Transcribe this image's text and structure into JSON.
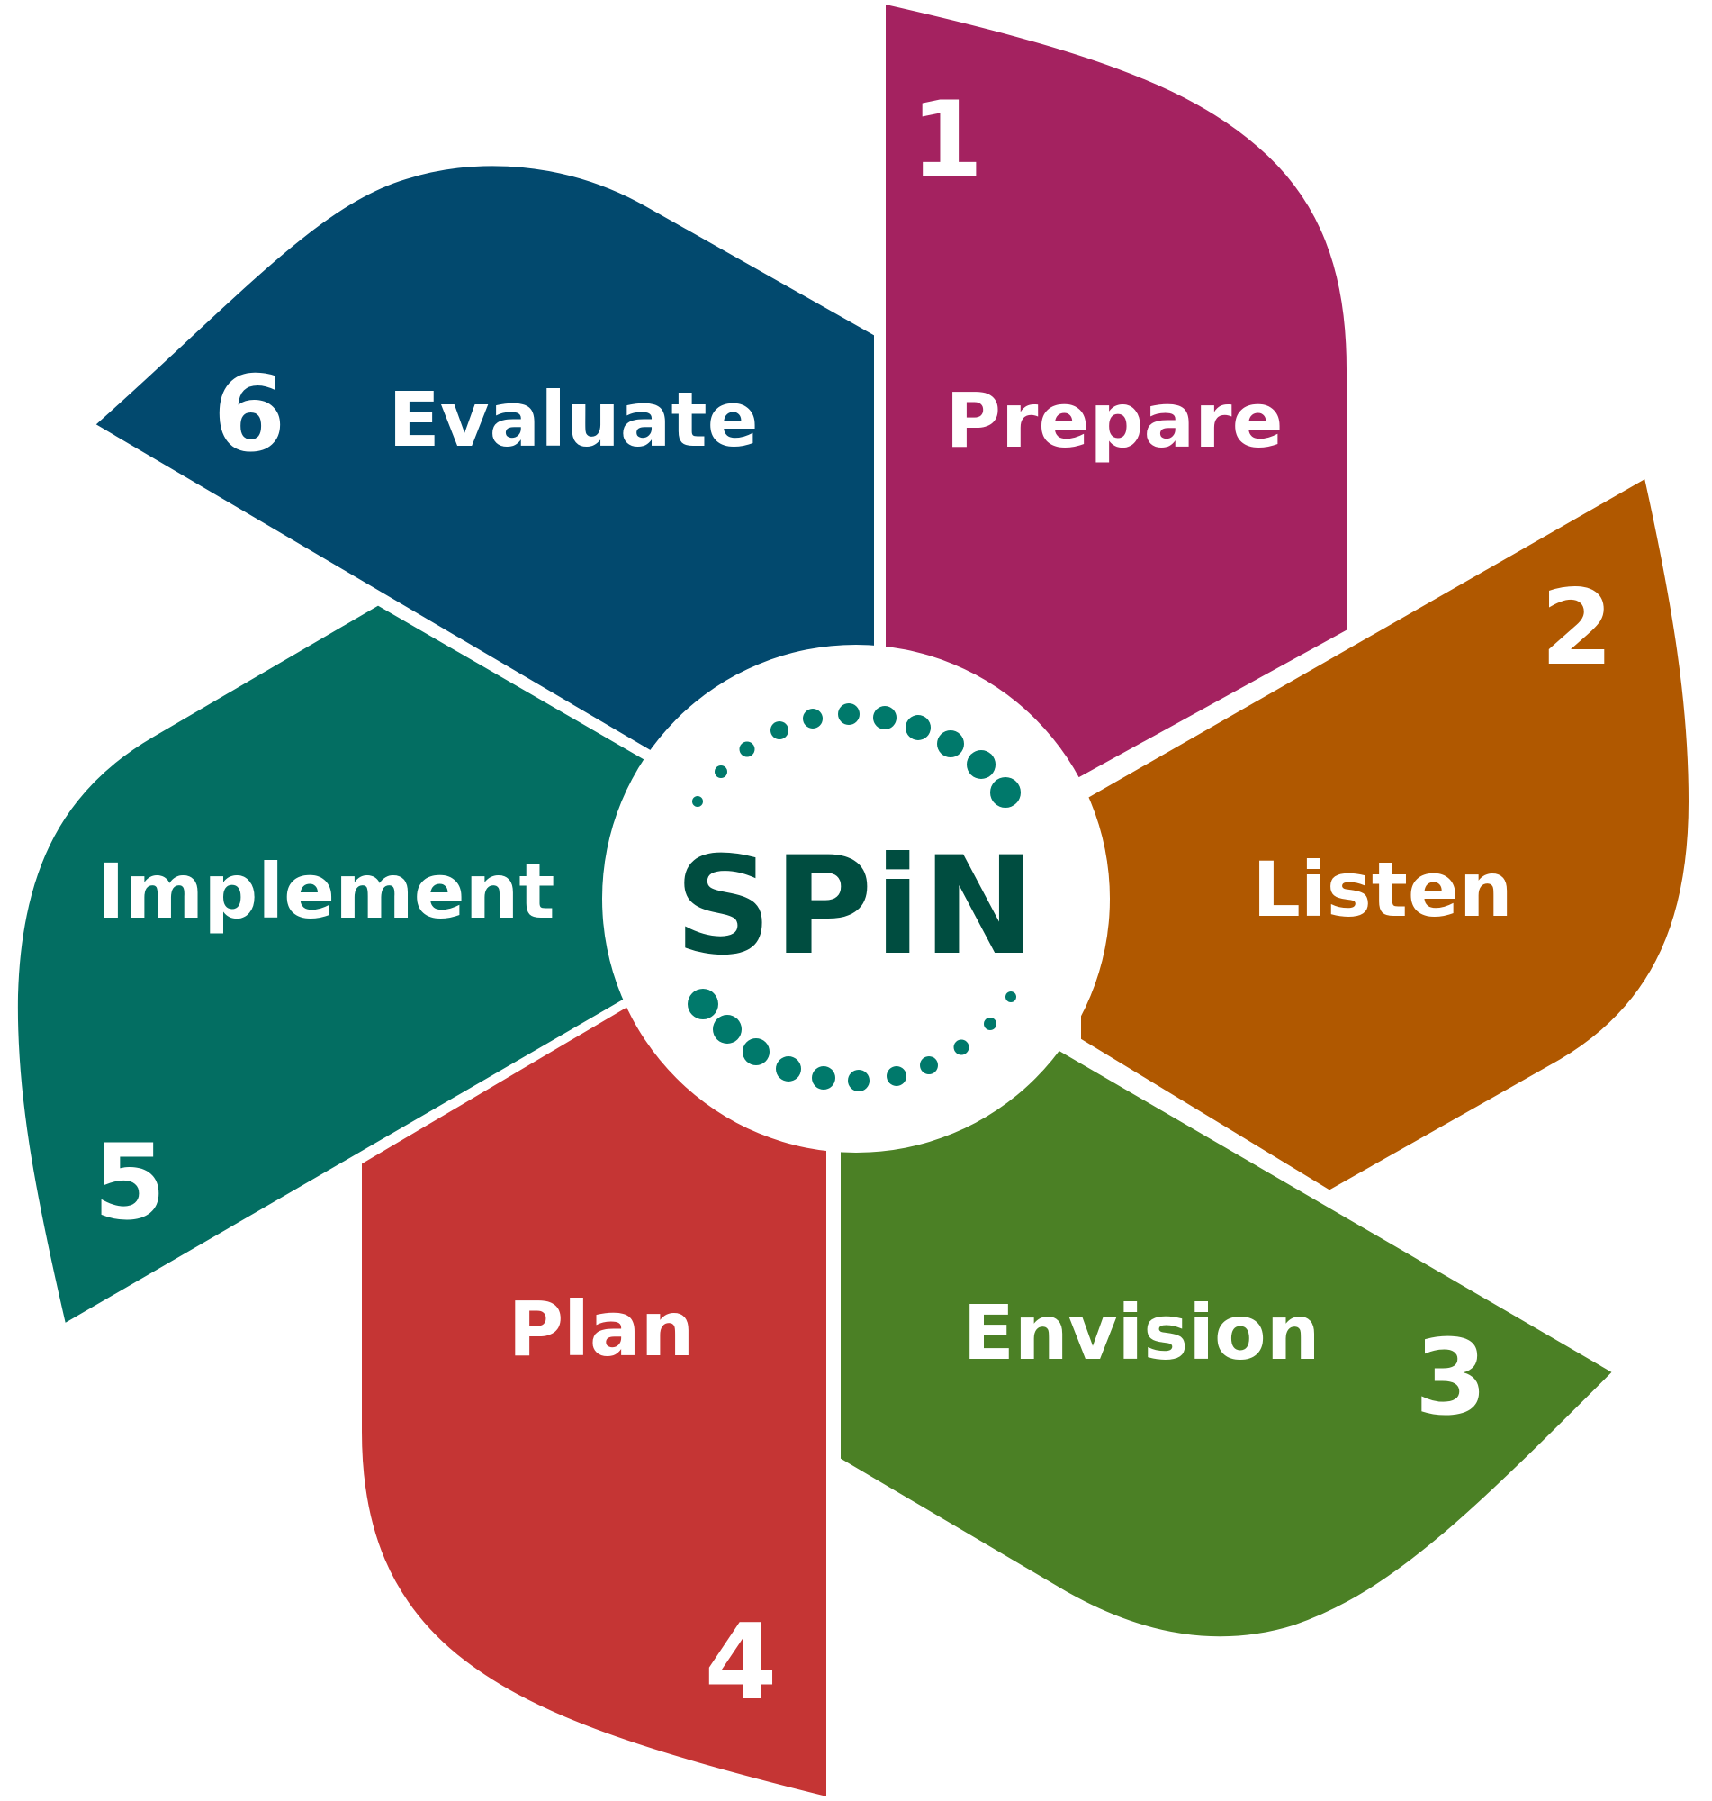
{
  "logo": {
    "text": "SPiN",
    "text_color": "#004d40",
    "dot_color": "#00796b"
  },
  "steps": [
    {
      "number": "1",
      "label": "Prepare",
      "color": "#a42260"
    },
    {
      "number": "2",
      "label": "Listen",
      "color": "#b05800"
    },
    {
      "number": "3",
      "label": "Envision",
      "color": "#4b8025"
    },
    {
      "number": "4",
      "label": "Plan",
      "color": "#c53534"
    },
    {
      "number": "5",
      "label": "Implement",
      "color": "#036e62"
    },
    {
      "number": "6",
      "label": "Evaluate",
      "color": "#02496e"
    }
  ]
}
